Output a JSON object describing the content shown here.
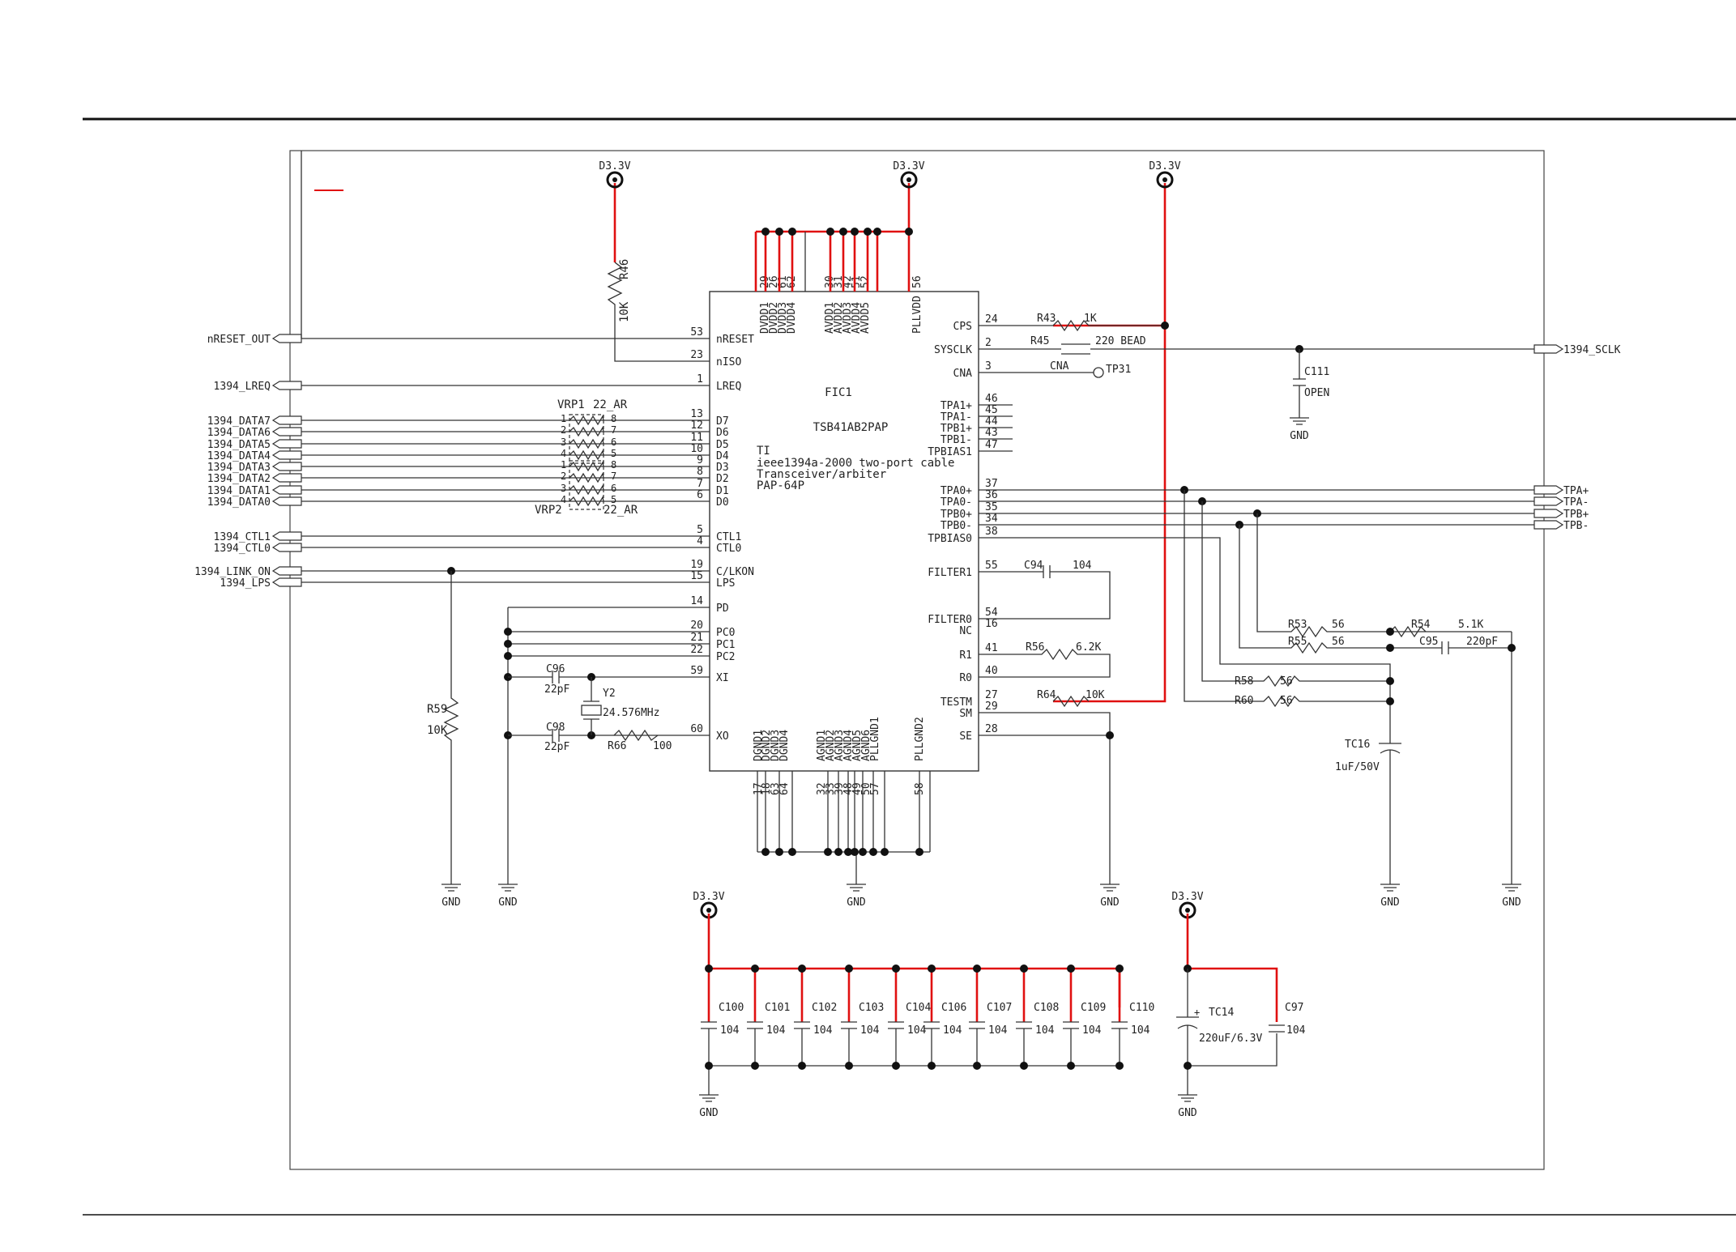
{
  "ic": {
    "ref": "FIC1",
    "part": "TSB41AB2PAP",
    "maker": "TI",
    "desc1": "ieee1394a-2000 two-port cable",
    "desc2": "Transceiver/arbiter",
    "pkg": "PAP-64P",
    "top_pins": [
      {
        "name": "DVDD1",
        "num": "29"
      },
      {
        "name": "DVDD2",
        "num": "26"
      },
      {
        "name": "DVDD3",
        "num": "61"
      },
      {
        "name": "DVDD4",
        "num": "62"
      },
      {
        "name": "AVDD1",
        "num": "30"
      },
      {
        "name": "AVDD2",
        "num": "31"
      },
      {
        "name": "AVDD3",
        "num": "42"
      },
      {
        "name": "AVDD4",
        "num": "51"
      },
      {
        "name": "AVDD5",
        "num": "52"
      },
      {
        "name": "PLLVDD",
        "num": "56"
      }
    ],
    "bottom_pins": [
      {
        "name": "DGND1",
        "num": "17"
      },
      {
        "name": "DGND2",
        "num": "18"
      },
      {
        "name": "DGND3",
        "num": "63"
      },
      {
        "name": "DGND4",
        "num": "64"
      },
      {
        "name": "AGND1",
        "num": "32"
      },
      {
        "name": "AGND2",
        "num": "33"
      },
      {
        "name": "AGND3",
        "num": "39"
      },
      {
        "name": "AGND4",
        "num": "48"
      },
      {
        "name": "AGND5",
        "num": "49"
      },
      {
        "name": "AGND6",
        "num": "50"
      },
      {
        "name": "PLLGND1",
        "num": "57"
      },
      {
        "name": "PLLGND2",
        "num": "58"
      }
    ],
    "left_pins": [
      {
        "name": "nRESET",
        "num": "53"
      },
      {
        "name": "nISO",
        "num": "23"
      },
      {
        "name": "LREQ",
        "num": "1"
      },
      {
        "name": "D7",
        "num": "13"
      },
      {
        "name": "D6",
        "num": "12"
      },
      {
        "name": "D5",
        "num": "11"
      },
      {
        "name": "D4",
        "num": "10"
      },
      {
        "name": "D3",
        "num": "9"
      },
      {
        "name": "D2",
        "num": "8"
      },
      {
        "name": "D1",
        "num": "7"
      },
      {
        "name": "D0",
        "num": "6"
      },
      {
        "name": "CTL1",
        "num": "5"
      },
      {
        "name": "CTL0",
        "num": "4"
      },
      {
        "name": "C/LKON",
        "num": "19"
      },
      {
        "name": "LPS",
        "num": "15"
      },
      {
        "name": "PD",
        "num": "14"
      },
      {
        "name": "PC0",
        "num": "20"
      },
      {
        "name": "PC1",
        "num": "21"
      },
      {
        "name": "PC2",
        "num": "22"
      },
      {
        "name": "XI",
        "num": "59"
      },
      {
        "name": "XO",
        "num": "60"
      }
    ],
    "right_pins": [
      {
        "name": "CPS",
        "num": "24"
      },
      {
        "name": "SYSCLK",
        "num": "2"
      },
      {
        "name": "CNA",
        "num": "3"
      },
      {
        "name": "TPA1+",
        "num": "46"
      },
      {
        "name": "TPA1-",
        "num": "45"
      },
      {
        "name": "TPB1+",
        "num": "44"
      },
      {
        "name": "TPB1-",
        "num": "43"
      },
      {
        "name": "TPBIAS1",
        "num": "47"
      },
      {
        "name": "TPA0+",
        "num": "37"
      },
      {
        "name": "TPA0-",
        "num": "36"
      },
      {
        "name": "TPB0+",
        "num": "35"
      },
      {
        "name": "TPB0-",
        "num": "34"
      },
      {
        "name": "TPBIAS0",
        "num": "38"
      },
      {
        "name": "FILTER1",
        "num": "55"
      },
      {
        "name": "FILTER0",
        "num": "54"
      },
      {
        "name": "NC",
        "num": "16"
      },
      {
        "name": "R1",
        "num": "41"
      },
      {
        "name": "R0",
        "num": "40"
      },
      {
        "name": "TESTM",
        "num": "27"
      },
      {
        "name": "SM",
        "num": "29"
      },
      {
        "name": "SE",
        "num": "28"
      }
    ]
  },
  "ports_left": [
    "nRESET_OUT",
    "1394_LREQ",
    "1394_DATA7",
    "1394_DATA6",
    "1394_DATA5",
    "1394_DATA4",
    "1394_DATA3",
    "1394_DATA2",
    "1394_DATA1",
    "1394_DATA0",
    "1394_CTL1",
    "1394_CTL0",
    "1394_LINK_ON",
    "1394_LPS"
  ],
  "ports_right": [
    "1394_SCLK",
    "TPA+",
    "TPA-",
    "TPB+",
    "TPB-"
  ],
  "power": {
    "label": "D3.3V",
    "gnd": "GND"
  },
  "arrays": {
    "rp1": {
      "ref": "VRP1",
      "value": "22_AR",
      "left": [
        "1",
        "2",
        "3",
        "4"
      ],
      "right": [
        "8",
        "7",
        "6",
        "5"
      ]
    },
    "rp2": {
      "ref": "VRP2",
      "value": "22_AR",
      "left": [
        "1",
        "2",
        "3",
        "4"
      ],
      "right": [
        "8",
        "7",
        "6",
        "5"
      ]
    }
  },
  "parts": {
    "r46": {
      "ref": "R46",
      "value": "10K"
    },
    "r43": {
      "ref": "R43",
      "value": "1K"
    },
    "r45": {
      "ref": "R45",
      "value": "220 BEAD"
    },
    "c111": {
      "ref": "C111",
      "value": "OPEN"
    },
    "cna": {
      "net": "CNA",
      "tp": "TP31"
    },
    "c94": {
      "ref": "C94",
      "value": "104"
    },
    "r56": {
      "ref": "R56",
      "value": "6.2K"
    },
    "r64": {
      "ref": "R64",
      "value": "10K"
    },
    "r53": {
      "ref": "R53",
      "value": "56"
    },
    "r55": {
      "ref": "R55",
      "value": "56"
    },
    "r54": {
      "ref": "R54",
      "value": "5.1K"
    },
    "c95": {
      "ref": "C95",
      "value": "220pF"
    },
    "r58": {
      "ref": "R58",
      "value": "56"
    },
    "r60": {
      "ref": "R60",
      "value": "56"
    },
    "tc16": {
      "ref": "TC16",
      "value": "1uF/50V"
    },
    "r59": {
      "ref": "R59",
      "value": "10K"
    },
    "c96": {
      "ref": "C96",
      "value": "22pF"
    },
    "c98": {
      "ref": "C98",
      "value": "22pF"
    },
    "y2": {
      "ref": "Y2",
      "value": "24.576MHz"
    },
    "r66": {
      "ref": "R66",
      "value": "100"
    },
    "tc14": {
      "ref": "TC14",
      "value": "220uF/6.3V"
    },
    "c97": {
      "ref": "C97",
      "value": "104"
    }
  },
  "decoupling": [
    {
      "ref": "C100",
      "value": "104"
    },
    {
      "ref": "C101",
      "value": "104"
    },
    {
      "ref": "C102",
      "value": "104"
    },
    {
      "ref": "C103",
      "value": "104"
    },
    {
      "ref": "C104",
      "value": "104"
    },
    {
      "ref": "C106",
      "value": "104"
    },
    {
      "ref": "C107",
      "value": "104"
    },
    {
      "ref": "C108",
      "value": "104"
    },
    {
      "ref": "C109",
      "value": "104"
    },
    {
      "ref": "C110",
      "value": "104"
    }
  ]
}
